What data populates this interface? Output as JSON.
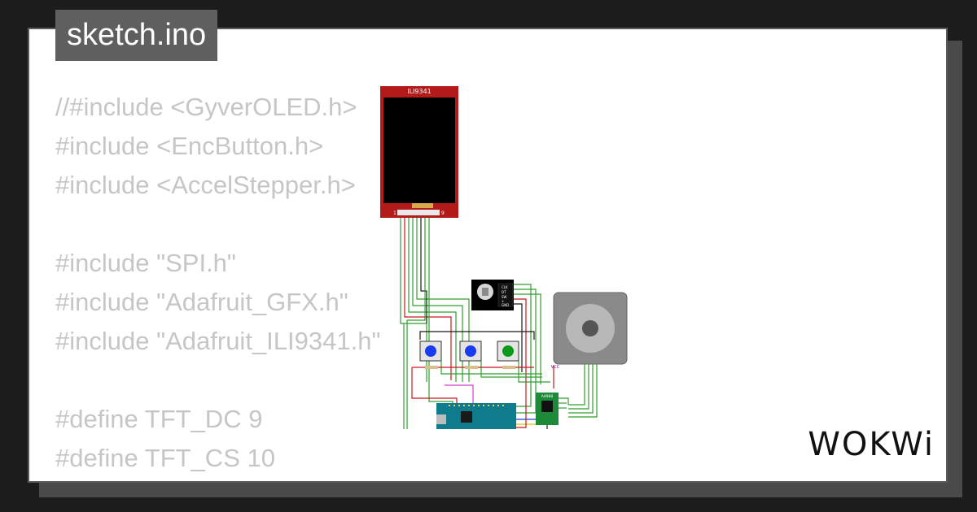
{
  "file_tab": {
    "label": "sketch.ino"
  },
  "code_lines": [
    "//#include <GyverOLED.h>",
    "#include <EncButton.h>",
    "#include <AccelStepper.h>",
    "",
    "#include \"SPI.h\"",
    "#include \"Adafruit_GFX.h\"",
    "#include \"Adafruit_ILI9341.h\"",
    "",
    "#define TFT_DC 9",
    "#define TFT_CS 10"
  ],
  "diagram": {
    "display_label": "ILI9341",
    "display_pin_start": "1",
    "display_pin_end": "9",
    "encoder_pins": [
      "CLK",
      "DT",
      "SW",
      "+",
      "GND"
    ],
    "driver_label": "A4988",
    "vcc_label": "VCC",
    "button_colors": [
      "#1a3cf0",
      "#1a3cf0",
      "#0a9a1a"
    ],
    "display_board_color": "#b31a1a",
    "arduino_color": "#0e7c8c",
    "driver_color": "#1d8a3a"
  },
  "brand": {
    "name": "WOKWi"
  }
}
